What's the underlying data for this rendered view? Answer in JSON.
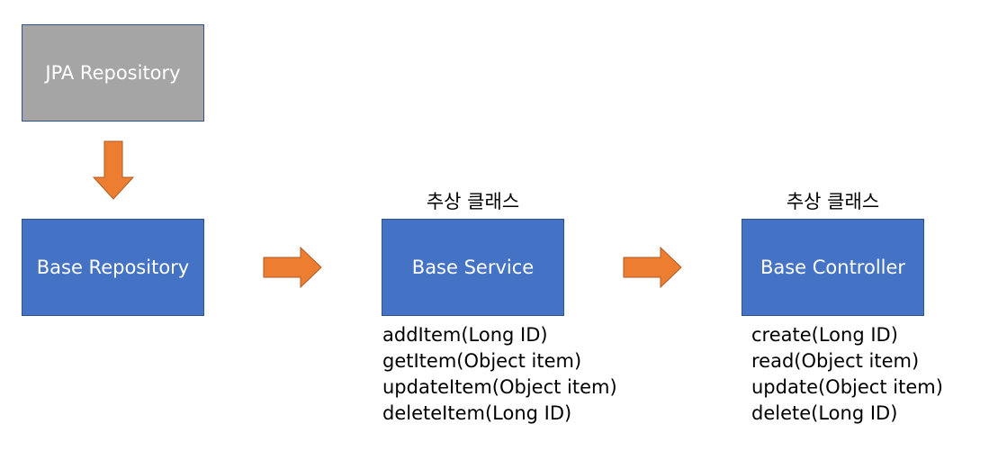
{
  "boxes": {
    "jpa_repository": "JPA Repository",
    "base_repository": "Base Repository",
    "base_service": "Base Service",
    "base_controller": "Base Controller"
  },
  "captions": {
    "service_abstract": "추상 클래스",
    "controller_abstract": "추상 클래스"
  },
  "service_methods": [
    "addItem(Long ID)",
    "getItem(Object item)",
    "updateItem(Object item)",
    "deleteItem(Long ID)"
  ],
  "controller_methods": [
    "create(Long ID)",
    "read(Object item)",
    "update(Object item)",
    "delete(Long ID)"
  ],
  "colors": {
    "gray_box": "#a5a5a5",
    "blue_box": "#4472c4",
    "box_border": "#2f528f",
    "arrow_fill": "#ed7d31",
    "arrow_border": "#ae5a21"
  }
}
